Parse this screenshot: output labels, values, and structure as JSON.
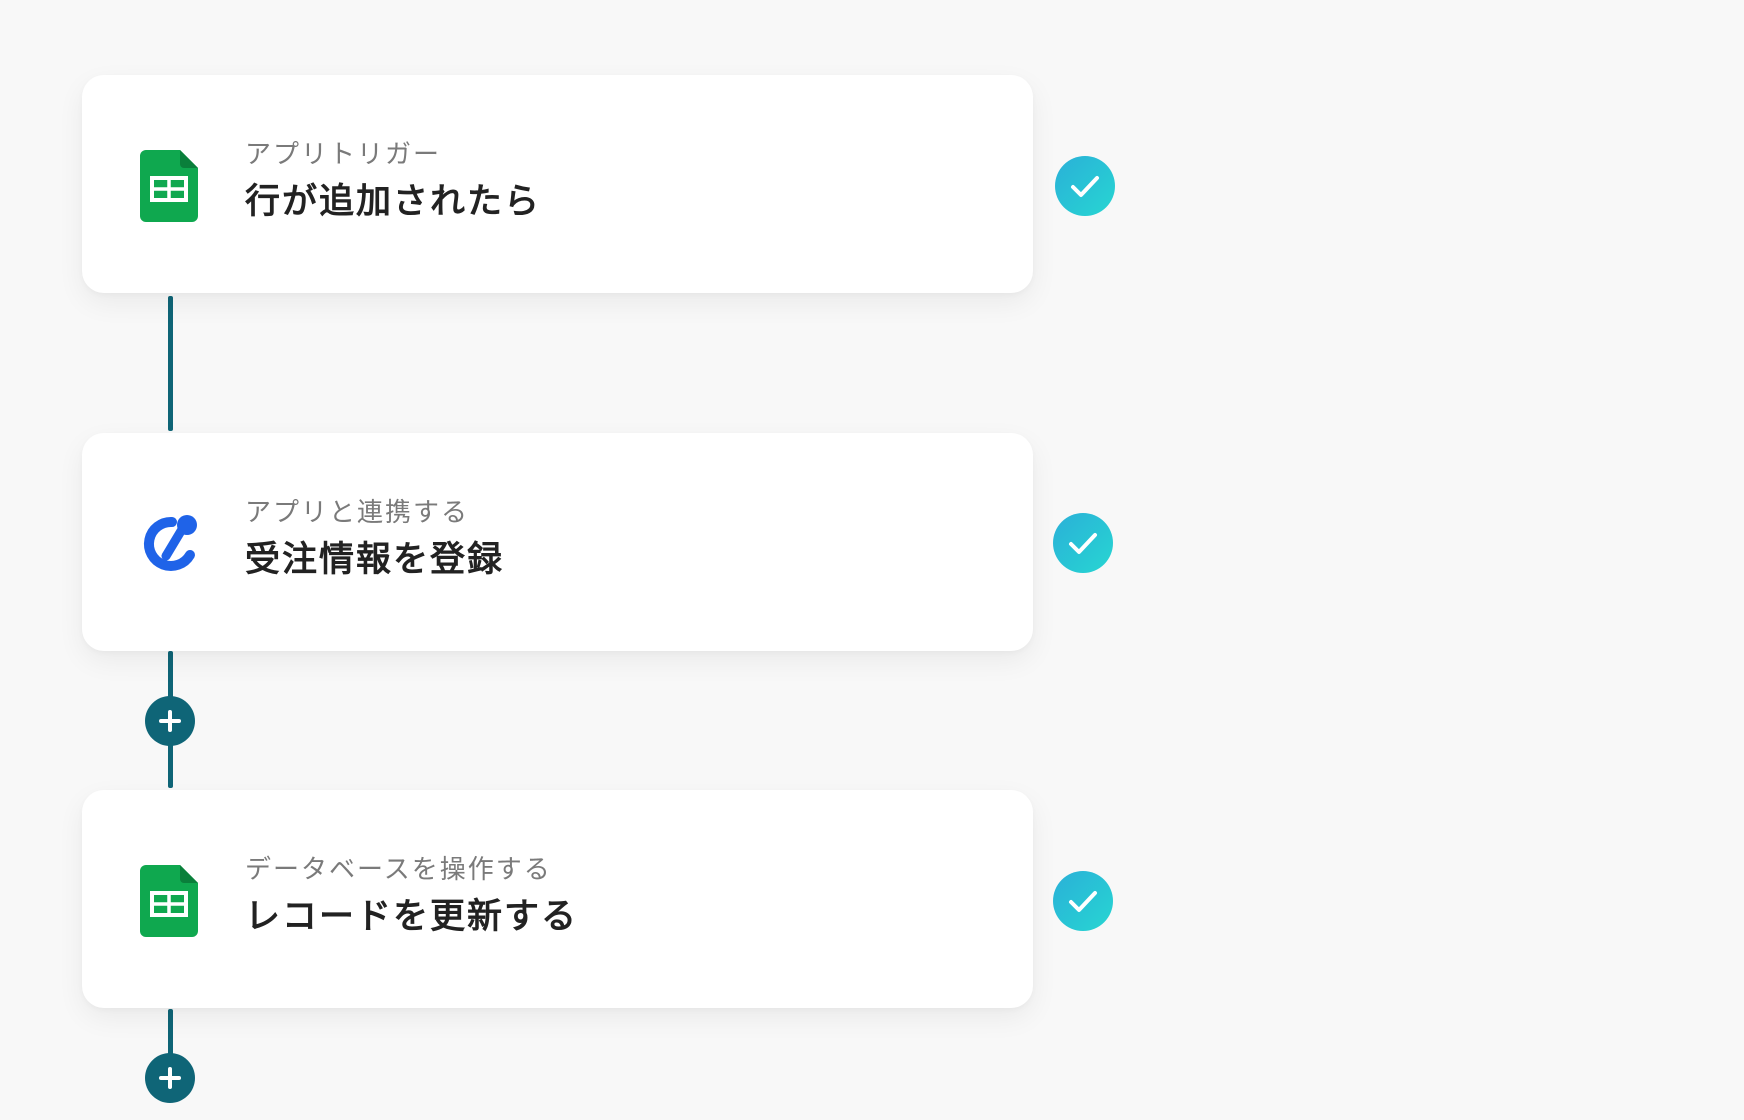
{
  "flow": {
    "steps": [
      {
        "icon": "google-sheets-icon",
        "subtitle": "アプリトリガー",
        "title": "行が追加されたら",
        "status": "completed"
      },
      {
        "icon": "app-logo-icon",
        "subtitle": "アプリと連携する",
        "title": "受注情報を登録",
        "status": "completed"
      },
      {
        "icon": "google-sheets-icon",
        "subtitle": "データベースを操作する",
        "title": "レコードを更新する",
        "status": "completed"
      }
    ]
  },
  "colors": {
    "background": "#f8f8f8",
    "connector": "#0f6577",
    "check_gradient_start": "#2ab0d8",
    "check_gradient_end": "#27d6d2",
    "sheets_green": "#0fa84f"
  }
}
